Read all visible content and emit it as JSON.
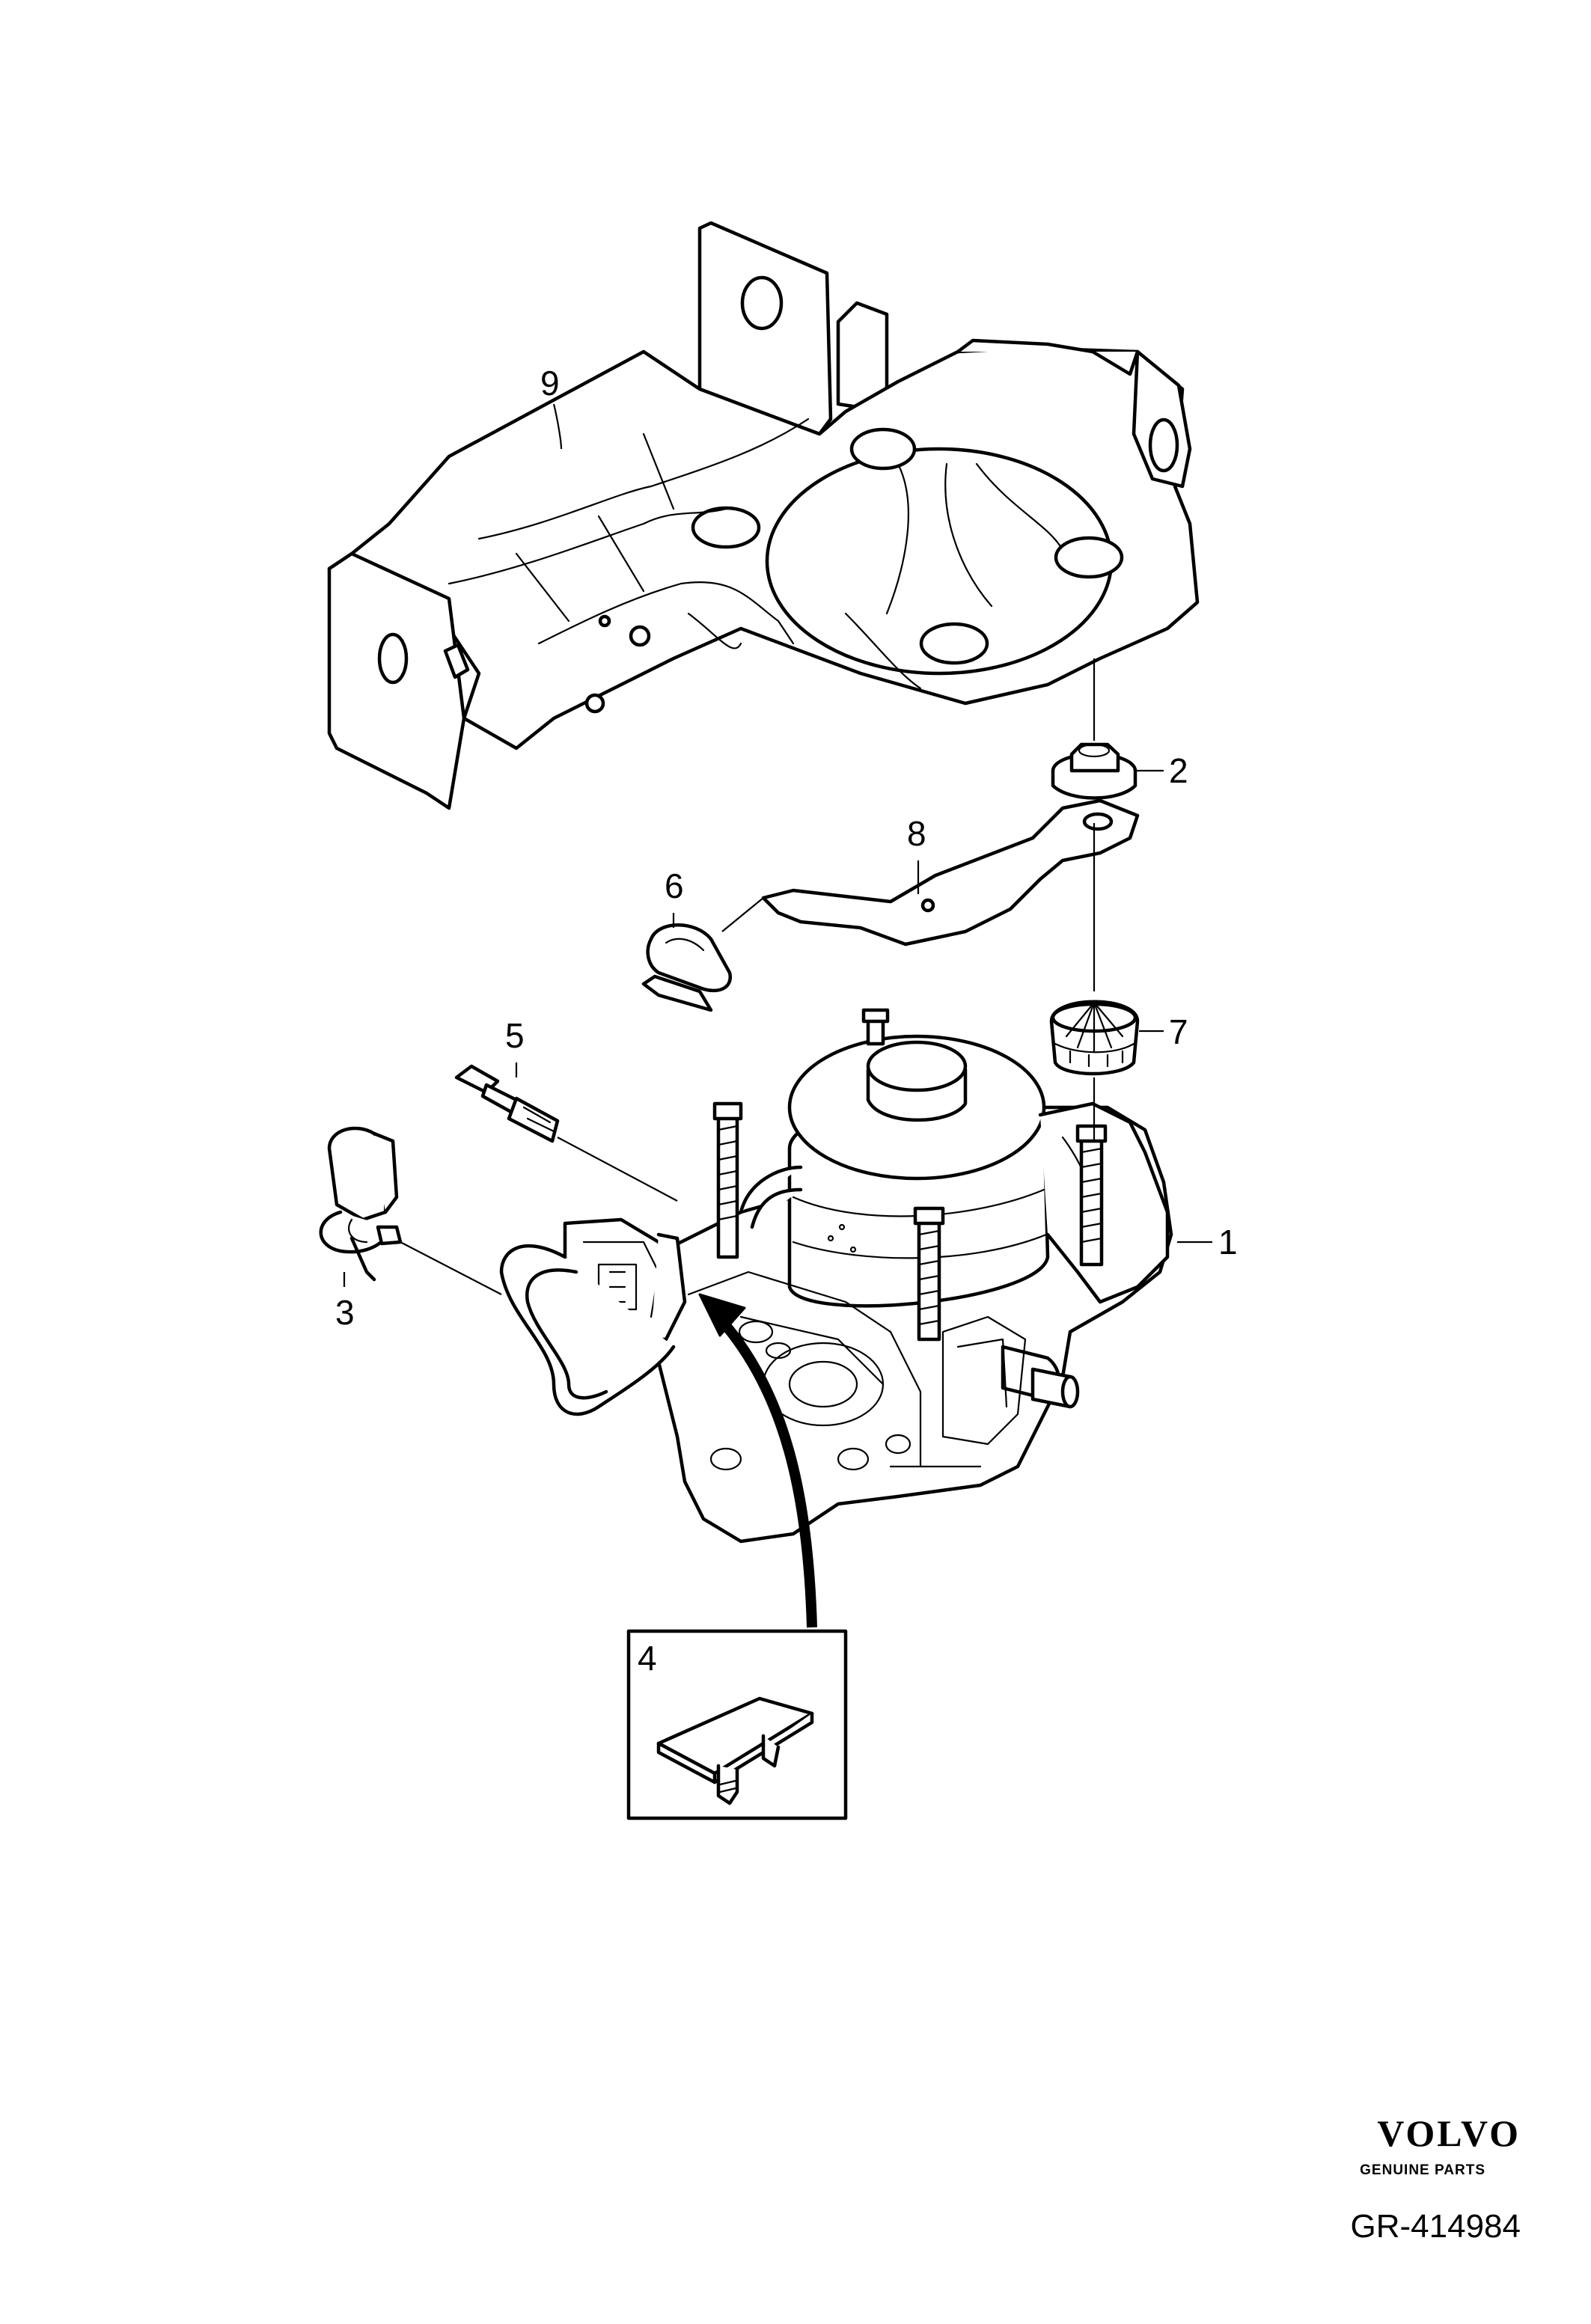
{
  "callouts": {
    "c1": "1",
    "c2": "2",
    "c3": "3",
    "c4": "4",
    "c5": "5",
    "c6": "6",
    "c7": "7",
    "c8": "8",
    "c9": "9"
  },
  "branding": {
    "logo": "VOLVO",
    "tagline": "GENUINE PARTS"
  },
  "reference": "GR-414984"
}
